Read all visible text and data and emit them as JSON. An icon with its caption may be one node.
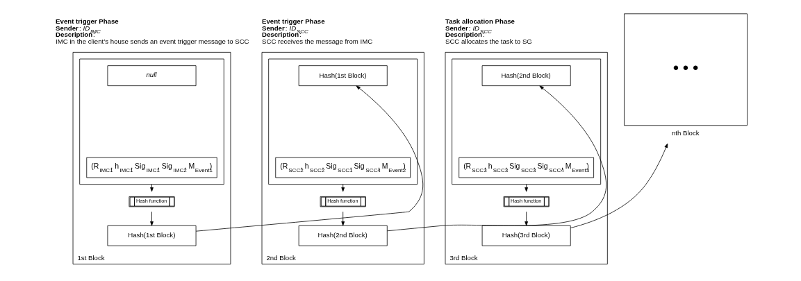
{
  "diagram": {
    "nodes": [
      {
        "text": [
          "1st Block"
        ],
        "beside": [
          "**Event trigger Phase**",
          "**Sender**: *ID$_{IMC}$*",
          "**Description**:",
          "IMC in the client’s house sends an event trigger message to SCC"
        ]
      },
      {
        "text": [],
        "shape": "box",
        "in": 0
      },
      {
        "text": [
          "null"
        ],
        "in": 1
      },
      {
        "text": [
          "(R$_{IMC1}$, h$_{IMC1}$, Sig$_{IMC1}$, Sig$_{IMC2}$, M$_{Event1}$)"
        ],
        "in": 1
      },
      {
        "text": [
          "Hash function"
        ],
        "in": 0
      },
      {
        "text": [
          "Hash(1st Block)"
        ],
        "in": 0
      },
      {
        "text": [
          "2nd Block"
        ],
        "beside": [
          "**Event trigger Phase**",
          "**Sender**: *ID$_{SCC}$*",
          "**Description**:",
          "SCC receives the message from IMC"
        ]
      },
      {
        "text": [],
        "shape": "box",
        "in": 6
      },
      {
        "text": [
          "Hash(1st Block)"
        ],
        "in": 7
      },
      {
        "text": [
          "(R$_{SCC2}$, h$_{SCC2}$, Sig$_{SCC1}$, Sig$_{SCC4}$, M$_{Event2}$)"
        ],
        "in": 7
      },
      {
        "text": [
          "Hash function"
        ],
        "in": 6
      },
      {
        "text": [
          "Hash(2nd Block)"
        ],
        "in": 6
      },
      {
        "text": [
          "3rd Block"
        ],
        "beside": [
          "**Task allocation Phase**",
          "**Sender**: *ID$_{SCC}$*",
          "**Description**:",
          "SCC allocates the task to SG"
        ]
      },
      {
        "text": [],
        "shape": "box",
        "in": 12
      },
      {
        "text": [
          "Hash(2nd Block)"
        ],
        "in": 13
      },
      {
        "text": [
          "(R$_{SCC3}$, h$_{SCC3}$, Sig$_{SCC3}$, Sig$_{SCC4}$, M$_{Event3}$)"
        ],
        "in": 13
      },
      {
        "text": [
          "Hash function"
        ],
        "in": 12
      },
      {
        "text": [
          "Hash(3rd Block)"
        ],
        "in": 12
      },
      {
        "text": [
          "• • •",
          "nth Block"
        ]
      }
    ],
    "edges": [
      {
        "from": 1,
        "to": 4,
        "arrow": "to"
      },
      {
        "from": 4,
        "to": 5,
        "arrow": "to"
      },
      {
        "from": 5,
        "to": 8,
        "arrow": "to"
      },
      {
        "from": 7,
        "to": 10,
        "arrow": "to"
      },
      {
        "from": 10,
        "to": 11,
        "arrow": "to"
      },
      {
        "from": 11,
        "to": 14,
        "arrow": "to"
      },
      {
        "from": 13,
        "to": 16,
        "arrow": "to"
      },
      {
        "from": 16,
        "to": 17,
        "arrow": "to"
      },
      {
        "from": 17,
        "to": 18,
        "arrow": "to"
      }
    ]
  }
}
